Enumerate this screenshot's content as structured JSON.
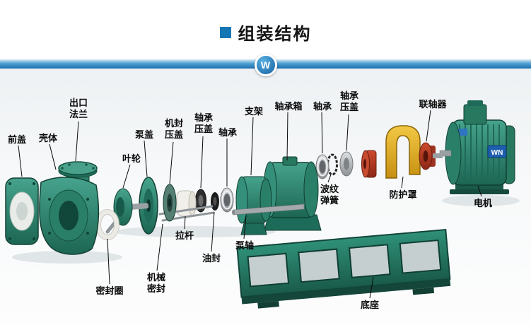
{
  "header": {
    "title": "组装结构",
    "badge": "W"
  },
  "motor": {
    "badge": "WN"
  },
  "colors": {
    "accent_blue": "#1576b4",
    "pump_teal": "#2e8f77",
    "guard_yellow": "#e6b32c",
    "coupling_red": "#b23b28",
    "base_green": "#2f9078"
  },
  "labels": [
    {
      "id": "outlet-flange",
      "text": "出口\n法兰"
    },
    {
      "id": "front-cover",
      "text": "前盖"
    },
    {
      "id": "casing",
      "text": "壳体"
    },
    {
      "id": "pump-cover",
      "text": "泵盖"
    },
    {
      "id": "impeller",
      "text": "叶轮"
    },
    {
      "id": "seal-gland",
      "text": "机封\n压盖"
    },
    {
      "id": "bearing-gland-left",
      "text": "轴承\n压盖"
    },
    {
      "id": "bearing-left",
      "text": "轴承"
    },
    {
      "id": "bracket",
      "text": "支架"
    },
    {
      "id": "bearing-box",
      "text": "轴承箱"
    },
    {
      "id": "bearing-right",
      "text": "轴承"
    },
    {
      "id": "bearing-gland-right",
      "text": "轴承\n压盖"
    },
    {
      "id": "coupling",
      "text": "联轴器"
    },
    {
      "id": "guard",
      "text": "防护罩"
    },
    {
      "id": "motor",
      "text": "电机"
    },
    {
      "id": "wave-spring",
      "text": "波纹\n弹簧"
    },
    {
      "id": "tie-rod",
      "text": "拉杆"
    },
    {
      "id": "oil-seal",
      "text": "油封"
    },
    {
      "id": "pump-shaft",
      "text": "泵轴"
    },
    {
      "id": "mechanical-seal",
      "text": "机械\n密封"
    },
    {
      "id": "seal-ring",
      "text": "密封圈"
    },
    {
      "id": "base",
      "text": "底座"
    }
  ]
}
